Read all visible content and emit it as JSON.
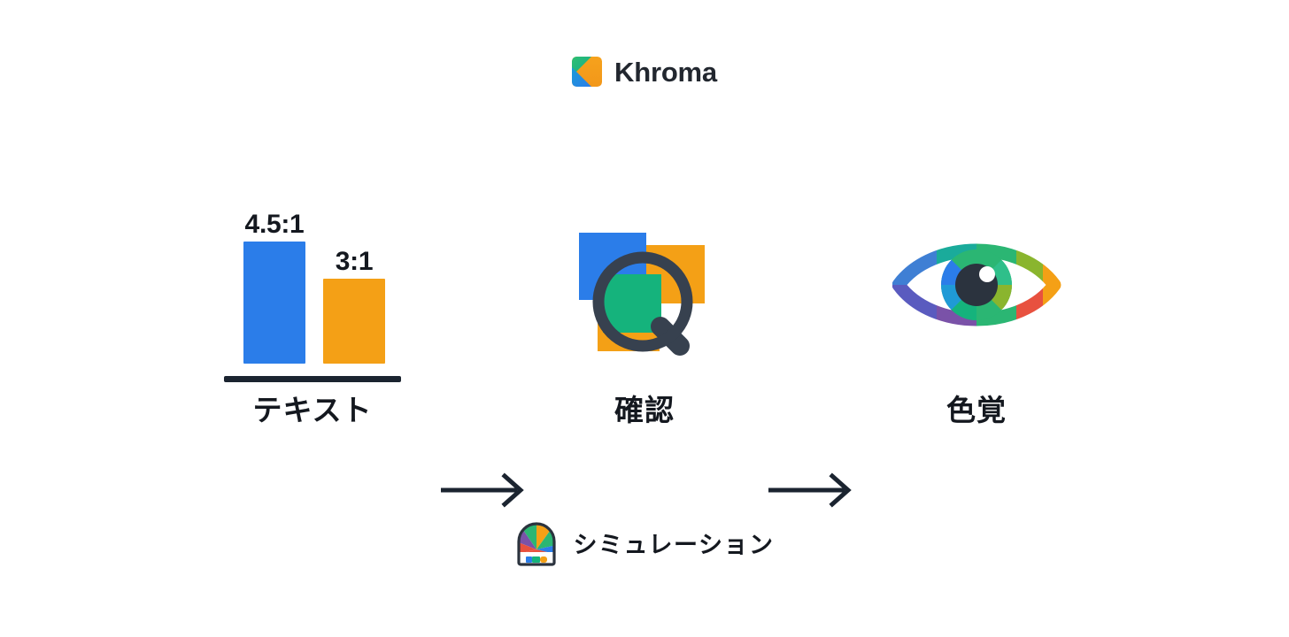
{
  "brand": {
    "name": "Khroma",
    "logo_icon": "khroma-logo-icon",
    "logo_colors": {
      "top_left_green": "#2bb673",
      "top_mid_teal": "#1aab9b",
      "orange": "#f4a016",
      "blue": "#2b7de9"
    }
  },
  "colors": {
    "background": "#ffffff",
    "ink": "#14181f",
    "axis": "#1b2430",
    "blue": "#2b7de9",
    "orange": "#f4a016",
    "green": "#15b37c",
    "slate": "#37414f",
    "purple": "#7a52a8",
    "red": "#e8513f"
  },
  "flow": {
    "steps": [
      {
        "id": "text",
        "label": "テキスト",
        "icon": "contrast-bar-chart-icon"
      },
      {
        "id": "check",
        "label": "確認",
        "icon": "magnifier-color-squares-icon"
      },
      {
        "id": "vision",
        "label": "色覚",
        "icon": "rainbow-eye-icon"
      }
    ],
    "arrows": [
      {
        "id": "arrow-1",
        "icon": "arrow-right-icon"
      },
      {
        "id": "arrow-2",
        "icon": "arrow-right-icon"
      }
    ]
  },
  "chart_data": {
    "type": "bar",
    "title": "",
    "xlabel": "",
    "ylabel": "",
    "categories": [
      "4.5:1",
      "3:1"
    ],
    "values": [
      4.5,
      3
    ],
    "data_labels": [
      "4.5:1",
      "3:1"
    ],
    "bar_colors": [
      "#2b7de9",
      "#f4a016"
    ],
    "ylim": [
      0,
      6.5
    ],
    "grid": false,
    "legend": null,
    "annotations": [
      "テキスト"
    ]
  },
  "footer": {
    "label": "シミュレーション",
    "icon": "color-wheel-simulation-icon"
  }
}
